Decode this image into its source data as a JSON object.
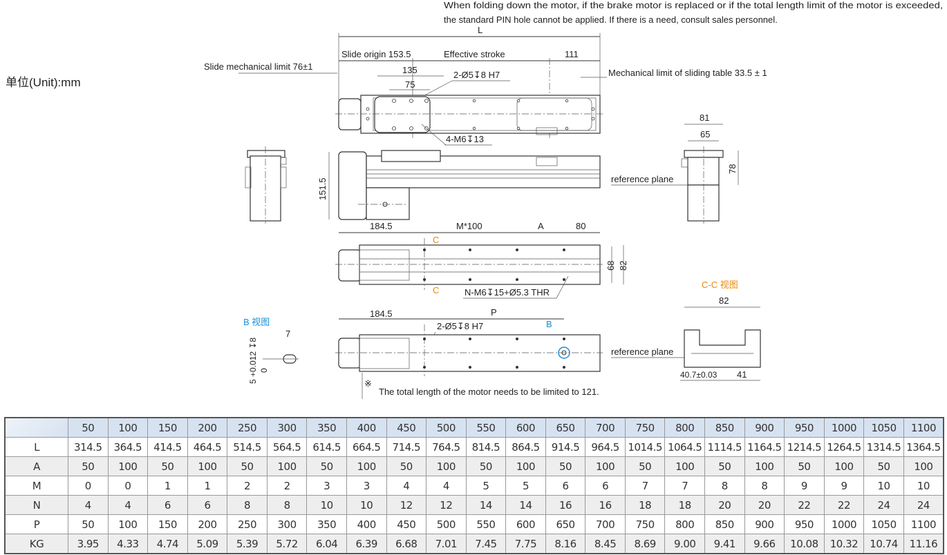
{
  "notes": {
    "line1": "When folding down the motor, if the brake motor is replaced or if the total length limit of the motor is exceeded,",
    "line2": "the standard PIN hole cannot be applied. If there is a need, consult sales personnel.",
    "unit": "单位(Unit):mm",
    "motor_limit_mark": "※",
    "motor_limit": "The total length of the motor needs to be limited to 121."
  },
  "dimensions": {
    "L": "L",
    "slide_origin": "Slide origin 153.5",
    "effective_stroke": "Effective stroke",
    "end_111": "111",
    "slide_mech_limit": "Slide mechanical limit 76±1",
    "d135": "135",
    "d75": "75",
    "pin_top": "2-Ø5↧8 H7",
    "table_mech_limit": "Mechanical limit of sliding table 33.5 ± 1",
    "m6_13": "4-M6↧13",
    "h151_5": "151.5",
    "d81": "81",
    "d65": "65",
    "d78": "78",
    "ref_plane_1": "reference plane",
    "d184_5_a": "184.5",
    "m100": "M*100",
    "A": "A",
    "d80": "80",
    "C_top": "C",
    "C_bottom": "C",
    "d68": "68",
    "d82_side": "82",
    "n_m6": "N-M6↧15+Ø5.3 THR",
    "cc_view": "C-C 视图",
    "cc_82": "82",
    "ref_plane_2": "reference plane",
    "cc_40_7": "40.7±0.03",
    "cc_41": "41",
    "b_view": "B 视图",
    "b_7": "7",
    "b_tol": "5 +0.012 ↧8",
    "b_tol_low": "0",
    "d184_5_b": "184.5",
    "P": "P",
    "pin_bottom": "2-Ø5↧8 H7",
    "B": "B"
  },
  "colors": {
    "orange": "#e8890c",
    "blue": "#1a8fd6",
    "header_bg": "#d7e2f1"
  },
  "table": {
    "header": [
      "",
      "50",
      "100",
      "150",
      "200",
      "250",
      "300",
      "350",
      "400",
      "450",
      "500",
      "550",
      "600",
      "650",
      "700",
      "750",
      "800",
      "850",
      "900",
      "950",
      "1000",
      "1050",
      "1100"
    ],
    "rows": [
      {
        "label": "L",
        "values": [
          "314.5",
          "364.5",
          "414.5",
          "464.5",
          "514.5",
          "564.5",
          "614.5",
          "664.5",
          "714.5",
          "764.5",
          "814.5",
          "864.5",
          "914.5",
          "964.5",
          "1014.5",
          "1064.5",
          "1114.5",
          "1164.5",
          "1214.5",
          "1264.5",
          "1314.5",
          "1364.5"
        ]
      },
      {
        "label": "A",
        "values": [
          "50",
          "100",
          "50",
          "100",
          "50",
          "100",
          "50",
          "100",
          "50",
          "100",
          "50",
          "100",
          "50",
          "100",
          "50",
          "100",
          "50",
          "100",
          "50",
          "100",
          "50",
          "100"
        ]
      },
      {
        "label": "M",
        "values": [
          "0",
          "0",
          "1",
          "1",
          "2",
          "2",
          "3",
          "3",
          "4",
          "4",
          "5",
          "5",
          "6",
          "6",
          "7",
          "7",
          "8",
          "8",
          "9",
          "9",
          "10",
          "10"
        ]
      },
      {
        "label": "N",
        "values": [
          "4",
          "4",
          "6",
          "6",
          "8",
          "8",
          "10",
          "10",
          "12",
          "12",
          "14",
          "14",
          "16",
          "16",
          "18",
          "18",
          "20",
          "20",
          "22",
          "22",
          "24",
          "24"
        ]
      },
      {
        "label": "P",
        "values": [
          "50",
          "100",
          "150",
          "200",
          "250",
          "300",
          "350",
          "400",
          "450",
          "500",
          "550",
          "600",
          "650",
          "700",
          "750",
          "800",
          "850",
          "900",
          "950",
          "1000",
          "1050",
          "1100"
        ]
      },
      {
        "label": "KG",
        "values": [
          "3.95",
          "4.33",
          "4.74",
          "5.09",
          "5.39",
          "5.72",
          "6.04",
          "6.39",
          "6.68",
          "7.01",
          "7.45",
          "7.75",
          "8.16",
          "8.45",
          "8.69",
          "9.00",
          "9.41",
          "9.66",
          "10.08",
          "10.32",
          "10.74",
          "11.16"
        ]
      }
    ]
  }
}
